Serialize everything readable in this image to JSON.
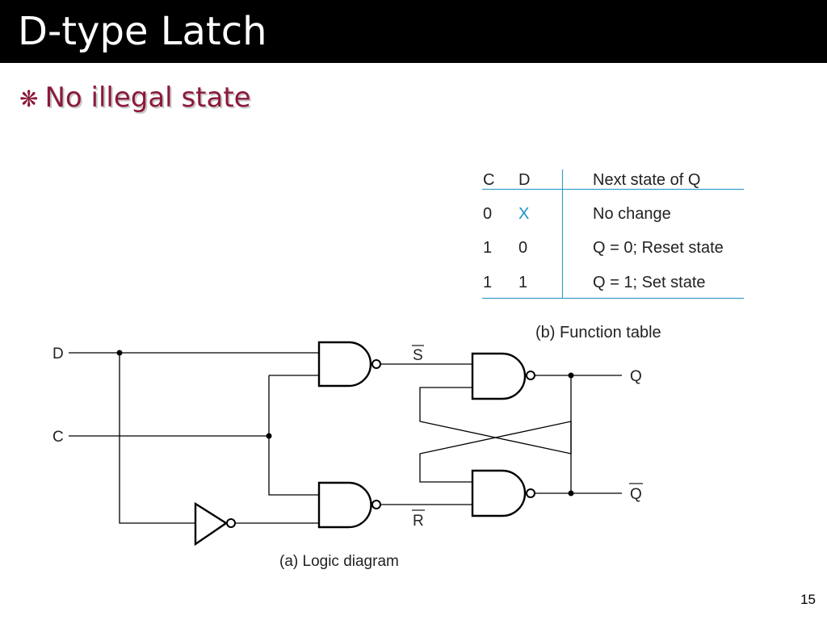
{
  "slide": {
    "title": "D-type Latch",
    "bullet": "No illegal state",
    "page_number": "15",
    "bullet_icon": "asterisk-icon"
  },
  "colors": {
    "title_bar": "#000000",
    "title_text": "#ffffff",
    "bullet": "#8b1a3a",
    "table_rule": "#3aa0c8",
    "accent": "#1b8fc8"
  },
  "function_table": {
    "caption": "(b) Function table",
    "headers": [
      "C",
      "D",
      "Next state of Q"
    ],
    "rows": [
      [
        "0",
        "X",
        "No change"
      ],
      [
        "1",
        "0",
        "Q = 0; Reset state"
      ],
      [
        "1",
        "1",
        "Q = 1; Set state"
      ]
    ]
  },
  "logic_diagram": {
    "caption": "(a) Logic diagram",
    "input_labels": [
      "D",
      "C"
    ],
    "signal_labels": [
      "S",
      "R"
    ],
    "output_labels": [
      "Q",
      "Q"
    ]
  }
}
